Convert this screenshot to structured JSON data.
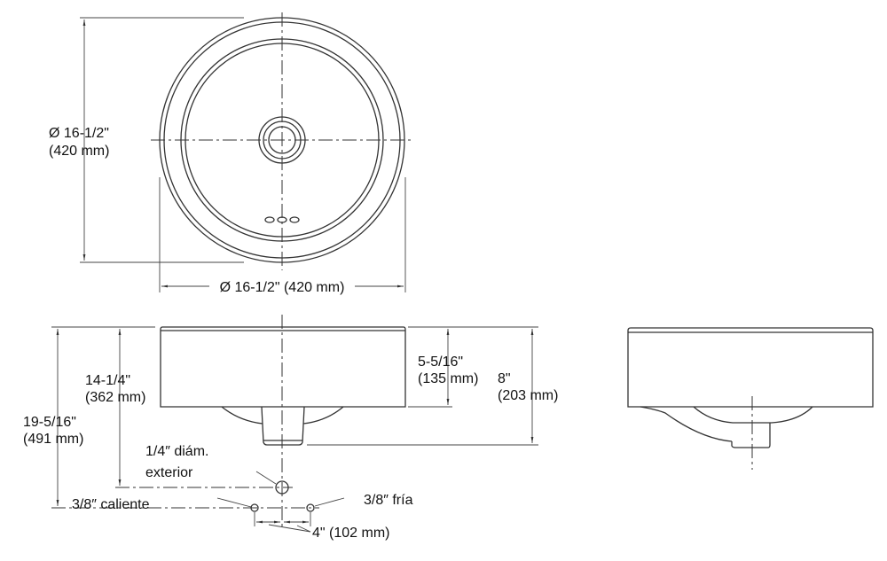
{
  "top_view": {
    "height_dim": {
      "inch": "Ø 16-1/2\"",
      "mm": "(420 mm)"
    },
    "width_dim": "Ø 16-1/2\" (420 mm)"
  },
  "front_view": {
    "rim_height": {
      "inch": "5-5/16\"",
      "mm": "(135 mm)"
    },
    "total_height": {
      "inch": "8\"",
      "mm": "(203 mm)"
    },
    "drain_height": {
      "inch": "14-1/4\"",
      "mm": "(362 mm)"
    },
    "supply_height": {
      "inch": "19-5/16\"",
      "mm": "(491 mm)"
    },
    "drain_label": [
      "1/4″ diám.",
      "exterior"
    ],
    "hot_label": "3/8″ caliente",
    "cold_label": "3/8″ fría",
    "spacing": "4\" (102 mm)"
  }
}
